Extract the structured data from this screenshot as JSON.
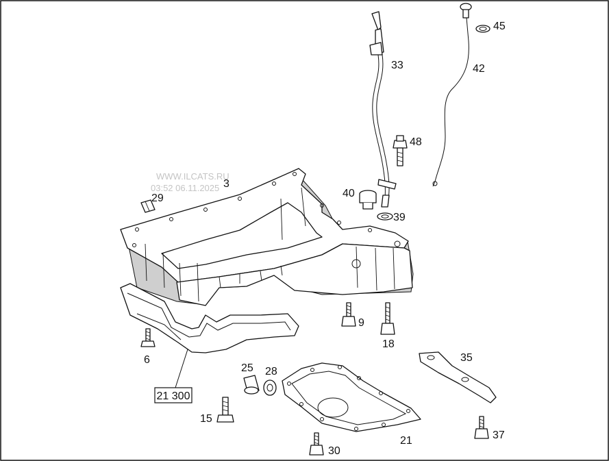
{
  "labels": {
    "p3": "3",
    "p6": "6",
    "p9": "9",
    "p15": "15",
    "p18": "18",
    "p21": "21",
    "p25": "25",
    "p28": "28",
    "p29": "29",
    "p30": "30",
    "p33": "33",
    "p35": "35",
    "p37": "37",
    "p39": "39",
    "p40": "40",
    "p42": "42",
    "p45": "45",
    "p48": "48"
  },
  "reference_box": "21 300",
  "watermark": {
    "site": "WWW.ILCATS.RU",
    "stamp": "03:52 06.11.2025"
  }
}
